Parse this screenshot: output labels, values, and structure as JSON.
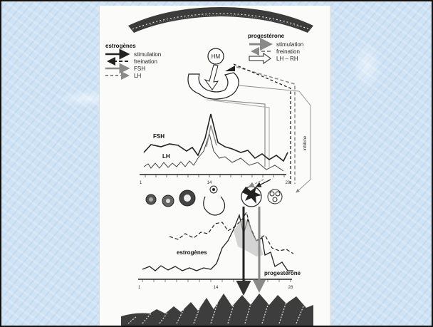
{
  "legend_estrogen": {
    "title": "estrogènes",
    "stimulation": "stimulation",
    "freination": "freination",
    "fsh": "FSH",
    "lh": "LH"
  },
  "legend_progesterone": {
    "title": "progestérone",
    "stimulation": "stimulation",
    "freination": "freination",
    "lhrh": "LH – RH"
  },
  "hypothalamus_label": "HM",
  "inhibine_label": "inhibine",
  "gonadotropin_chart": {
    "series_fsh": "FSH",
    "series_lh": "LH",
    "x_ticks": [
      "1",
      "14",
      "28"
    ]
  },
  "steroid_chart": {
    "series_estrogen": "estrogènes",
    "series_progesterone": "progestérone",
    "x_ticks": [
      "1",
      "14",
      "28"
    ]
  },
  "colors": {
    "background": "#cfe3f4",
    "figure": "#fbfbf9",
    "ink": "#222222",
    "grey": "#8a8a8a"
  }
}
